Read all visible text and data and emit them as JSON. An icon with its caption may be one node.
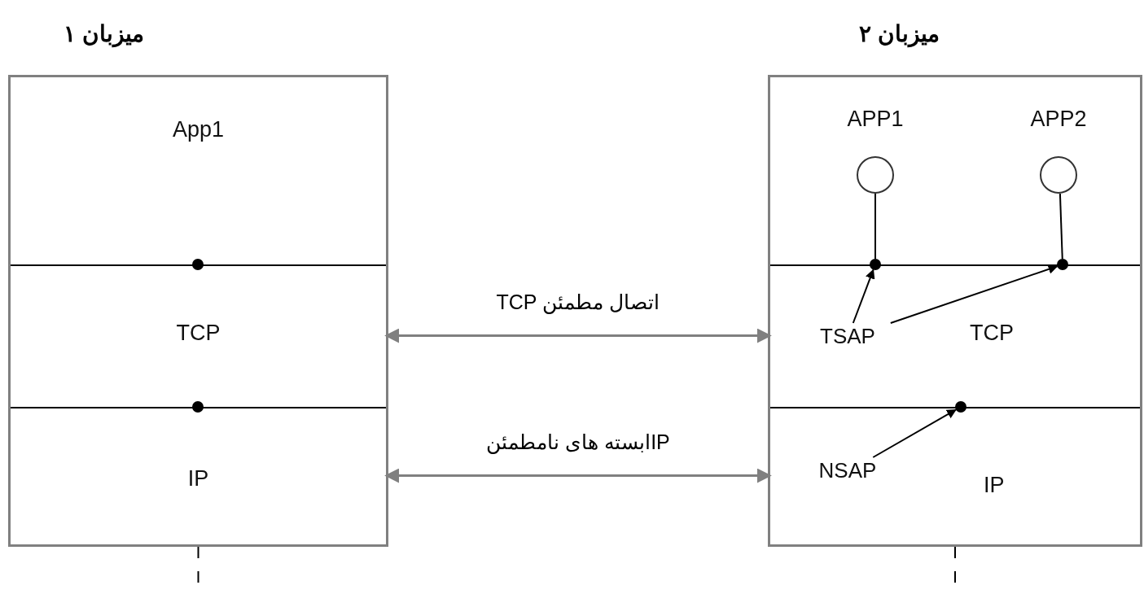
{
  "diagram": {
    "nodes": [
      {
        "text": [
          "میزبان ۱"
        ]
      },
      {
        "text": [
          "App1"
        ],
        "in": 0
      },
      {
        "text": [
          "TCP"
        ],
        "in": 0
      },
      {
        "text": [
          "IP"
        ],
        "in": 0
      },
      {
        "text": [],
        "shape": "circle",
        "in": 0
      },
      {
        "text": [],
        "shape": "circle",
        "in": 0
      },
      {
        "text": [
          "میزبان ۲"
        ]
      },
      {
        "text": [],
        "shape": "box",
        "in": 6
      },
      {
        "text": [
          "APP1"
        ],
        "in": 7
      },
      {
        "text": [
          "APP2"
        ],
        "in": 7
      },
      {
        "text": [],
        "shape": "circle",
        "in": 6
      },
      {
        "text": [],
        "shape": "circle",
        "in": 6
      },
      {
        "text": [
          "TCP"
        ],
        "in": 6
      },
      {
        "text": [
          "TSAP"
        ],
        "in": 12
      },
      {
        "text": [],
        "shape": "circle",
        "in": 6
      },
      {
        "text": [
          "IP"
        ],
        "in": 6
      },
      {
        "text": [
          "NSAP"
        ],
        "in": 15
      }
    ],
    "edges": [
      {
        "from": 8,
        "to": 10,
        "arrow": "none"
      },
      {
        "from": 9,
        "to": 11,
        "arrow": "none"
      },
      {
        "from": 13,
        "to": 10,
        "arrow": "to"
      },
      {
        "from": 13,
        "to": 11,
        "arrow": "to"
      },
      {
        "from": 16,
        "to": 14,
        "arrow": "to"
      },
      {
        "from": 2,
        "to": 12,
        "arrow": "both",
        "label": "اتصال مطمئن TCP",
        "color": "#808080"
      },
      {
        "from": 3,
        "to": 15,
        "arrow": "both",
        "label": "IPابسته های نامطمئن",
        "color": "#808080"
      },
      {
        "from": 0,
        "to": null,
        "arrow": "none",
        "style": "dashed"
      },
      {
        "from": 6,
        "to": null,
        "arrow": "none",
        "style": "dashed"
      }
    ]
  }
}
